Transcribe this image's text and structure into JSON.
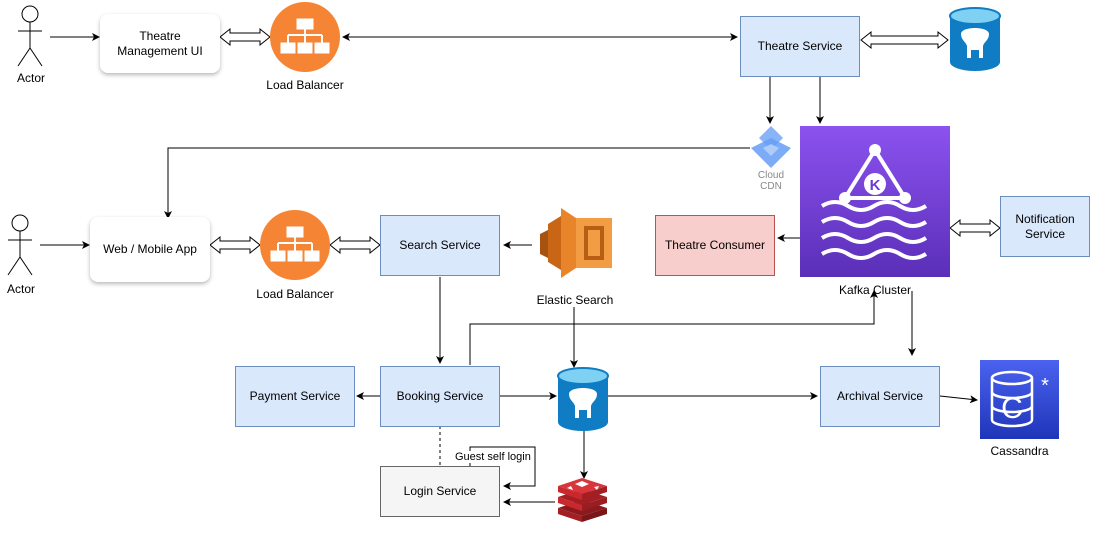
{
  "actors": {
    "top": "Actor",
    "bottom": "Actor"
  },
  "boxes": {
    "theatre_ui": "Theatre Management UI",
    "web_app": "Web / Mobile App",
    "theatre_service": "Theatre Service",
    "search_service": "Search Service",
    "theatre_consumer": "Theatre Consumer",
    "notification_service": "Notification Service",
    "payment_service": "Payment Service",
    "booking_service": "Booking Service",
    "archival_service": "Archival Service",
    "login_service": "Login Service"
  },
  "labels": {
    "load_balancer_top": "Load Balancer",
    "load_balancer_bottom": "Load Balancer",
    "cloud_cdn": "Cloud CDN",
    "elastic_search": "Elastic Search",
    "kafka_cluster": "Kafka Cluster",
    "cassandra": "Cassandra",
    "guest_login": "Guest self login"
  },
  "colors": {
    "service_fill": "#dae8fc",
    "service_stroke": "#6c8ebf",
    "consumer_fill": "#f8cecc",
    "login_fill": "#f5f5f5",
    "load_balancer": "#f58534",
    "kafka": "#7a43e0",
    "cassandra": "#2e47d4",
    "elastic": "#e8852b",
    "postgres_db": "#0f7cc4",
    "redis": "#c9282d"
  }
}
